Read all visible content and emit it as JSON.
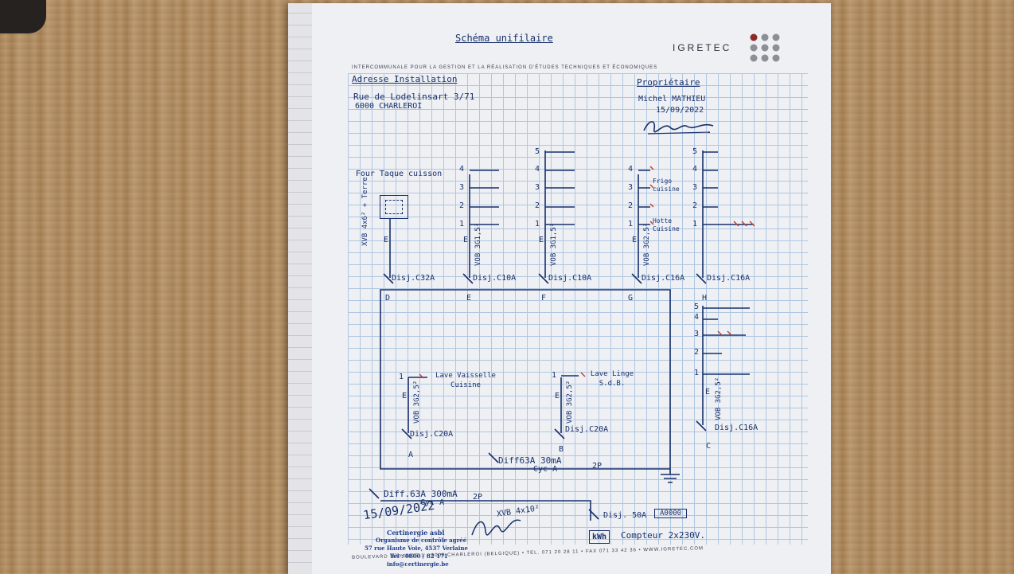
{
  "document": {
    "title": "Schéma unifilaire",
    "company": "IGRETEC",
    "company_tagline": "INTERCOMMUNALE POUR LA GESTION ET LA RÉALISATION D'ÉTUDES TECHNIQUES ET ÉCONOMIQUES",
    "footer": "BOULEVARD MAYENCE 1 • 6000 CHARLEROI (BELGIQUE) • TEL. 071 20 28 11 • FAX 071 33 42 36 • WWW.IGRETEC.COM"
  },
  "installation": {
    "label": "Adresse Installation",
    "street": "Rue de Lodelinsart 3/71",
    "city": "6000 CHARLEROI"
  },
  "owner": {
    "label": "Propriétaire",
    "name": "Michel MATHIEU",
    "date": "15/09/2022"
  },
  "circuits": {
    "D": {
      "letter": "D",
      "breaker": "Disj.C32A",
      "cable": "XVB 4x6² + Terre",
      "load": "Four Taque cuisson"
    },
    "E": {
      "letter": "E",
      "breaker": "Disj.C10A",
      "cable": "VOB 3G1,5²"
    },
    "F": {
      "letter": "F",
      "breaker": "Disj.C10A",
      "cable": "VOB 3G1,5²"
    },
    "G": {
      "letter": "G",
      "breaker": "Disj.C16A",
      "cable": "VOB 3G2,5²",
      "label_frigo": "Frigo cuisine",
      "label_hotte": "Hotte Cuisine"
    },
    "H": {
      "letter": "H",
      "breaker": "Disj.C16A"
    },
    "A": {
      "letter": "A",
      "breaker": "Disj.C20A",
      "cable": "VOB 3G2,5²",
      "load": "Lave Vaisselle Cuisine"
    },
    "B": {
      "letter": "B",
      "breaker": "Disj.C20A",
      "cable": "VOB 3G2,5²",
      "load": "Lave Linge S.d.B."
    },
    "C": {
      "letter": "C",
      "breaker": "Disj.C16A",
      "cable": "VOB 3G2,5²"
    }
  },
  "point_numbers": [
    "1",
    "2",
    "3",
    "4",
    "5"
  ],
  "earth_mark": "E",
  "protection": {
    "diff_30": "Diff63A 30mA",
    "diff_30_type": "Cyc A",
    "diff_30_poles": "2P",
    "diff_300": "Diff.63A 300mA",
    "diff_300_type": "Cyc A",
    "diff_300_poles": "2P",
    "main_cable": "XVB 4x10²",
    "main_breaker": "Disj. 50A",
    "meter_index": "A0000",
    "meter_symbol": "kWh",
    "meter_label": "Compteur 2x230V."
  },
  "stamp": {
    "date": "15/09/2022",
    "org": "Certinergie asbl",
    "org_desc": "Organisme de contrôle agréé",
    "address": "57 rue Haute Voie, 4537 Verlaine",
    "tel": "Tél : 0800 / 82 171",
    "email": "info@certinergie.be"
  },
  "colors": {
    "ink": "#17306b",
    "grid": "#a9c2de",
    "paper": "#eff0f4",
    "accent_red": "#c0392b"
  }
}
